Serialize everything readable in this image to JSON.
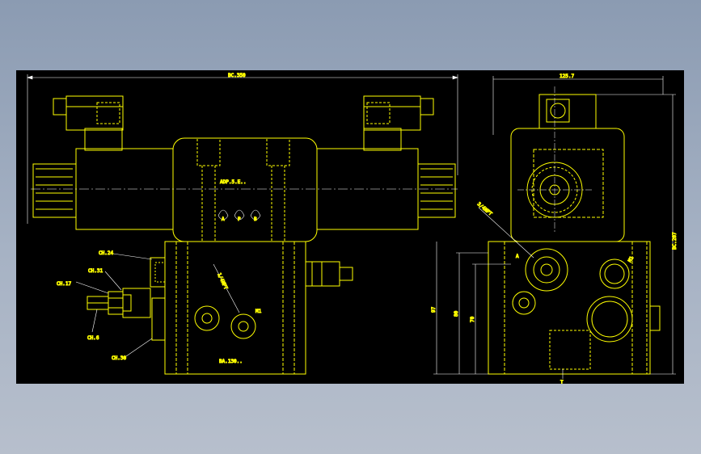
{
  "colors": {
    "background": "#8b9bb2",
    "viewport": "#000000",
    "outline": "#ffff00",
    "dimension": "#ffffff",
    "hidden": "#ffff00"
  },
  "labels": {
    "top_overall_width": "BC.350",
    "side_overall_width": "125.7",
    "side_overall_height": "BC.207",
    "spec_text": "ADP.5.E..",
    "port_a": "A",
    "port_p": "P",
    "port_b": "B",
    "pipe_thread_front": "1/4NPT",
    "pipe_thread_side": "3/4NPT",
    "gauge_port_front": "M1",
    "gauge_port_side": "M1",
    "nut_24": "CH.24",
    "nut_31": "CH.31",
    "nut_17": "CH.17",
    "nut_6": "CH.6",
    "nut_30": "CH.30",
    "base_text": "BA.130..",
    "dim_a": "A",
    "dim_97": "97",
    "dim_80": "80",
    "dim_70": "70",
    "dim_t": "T"
  }
}
